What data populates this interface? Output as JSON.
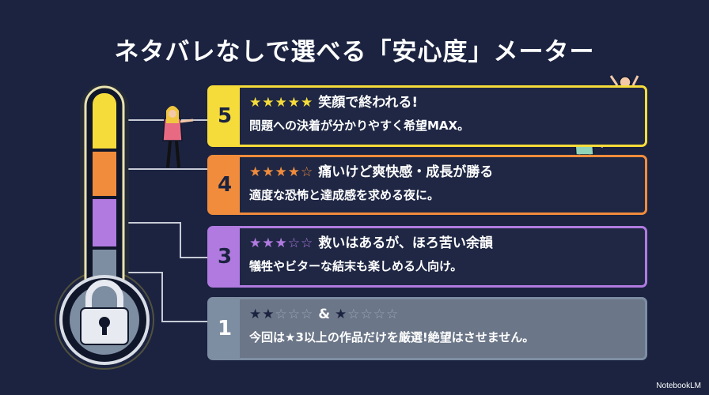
{
  "title": "ネタバレなしで選べる「安心度」メーター",
  "colors": {
    "background": "#1b2340",
    "level5": "#f5dc3a",
    "level4": "#f08c3c",
    "level3": "#b07ae0",
    "level1": "#7e8ea2"
  },
  "levels": [
    {
      "number": "5",
      "stars_filled": "★★★★★",
      "stars_empty": "",
      "headline": "笑顔で終われる!",
      "description": "問題への決着が分かりやすく希望MAX。"
    },
    {
      "number": "4",
      "stars_filled": "★★★★",
      "stars_empty": "☆",
      "headline": "痛いけど爽快感・成長が勝る",
      "description": "適度な恐怖と達成感を求める夜に。"
    },
    {
      "number": "3",
      "stars_filled": "★★★",
      "stars_empty": "☆☆",
      "headline": "救いはあるが、ほろ苦い余韻",
      "description": "犠牲やビターな結末も楽しめる人向け。"
    },
    {
      "number": "1",
      "stars_filled": "★★",
      "stars_empty": "☆☆☆",
      "connector": "&",
      "stars2_filled": "★",
      "stars2_empty": "☆☆☆☆",
      "description": "今回は★3以上の作品だけを厳選!絶望はさせません。"
    }
  ],
  "icons": [
    "padlock-icon",
    "person-pointing-icon",
    "person-jumping-icon",
    "person-walking-icon"
  ],
  "credit": "NotebookLM"
}
